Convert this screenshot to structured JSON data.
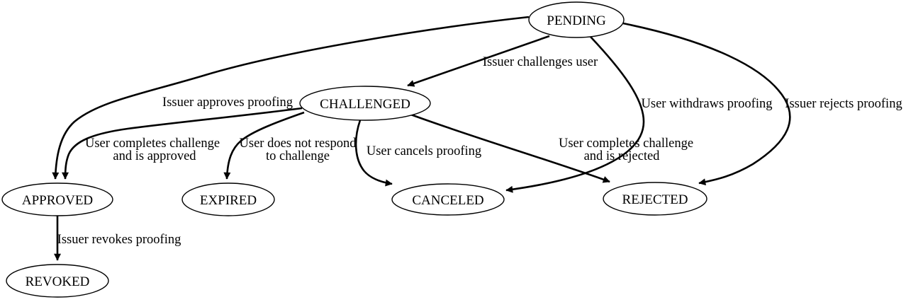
{
  "diagram": {
    "type": "state-machine",
    "colors": {
      "background": "#ffffff",
      "stroke": "#000000",
      "text": "#000000"
    },
    "nodes": [
      {
        "id": "pending",
        "label": "PENDING"
      },
      {
        "id": "challenged",
        "label": "CHALLENGED"
      },
      {
        "id": "approved",
        "label": "APPROVED"
      },
      {
        "id": "expired",
        "label": "EXPIRED"
      },
      {
        "id": "canceled",
        "label": "CANCELED"
      },
      {
        "id": "rejected",
        "label": "REJECTED"
      },
      {
        "id": "revoked",
        "label": "REVOKED"
      }
    ],
    "edges": [
      {
        "from": "PENDING",
        "to": "CHALLENGED",
        "label": "Issuer challenges user"
      },
      {
        "from": "PENDING",
        "to": "APPROVED",
        "label": "Issuer approves proofing"
      },
      {
        "from": "PENDING",
        "to": "CANCELED",
        "label": "User withdraws proofing"
      },
      {
        "from": "PENDING",
        "to": "REJECTED",
        "label": "Issuer rejects proofing"
      },
      {
        "from": "CHALLENGED",
        "to": "APPROVED",
        "label_lines": [
          "User completes challenge",
          "and is approved"
        ]
      },
      {
        "from": "CHALLENGED",
        "to": "EXPIRED",
        "label_lines": [
          "User does not respond",
          "to challenge"
        ]
      },
      {
        "from": "CHALLENGED",
        "to": "CANCELED",
        "label": "User cancels proofing"
      },
      {
        "from": "CHALLENGED",
        "to": "REJECTED",
        "label_lines": [
          "User completes challenge",
          "and is rejected"
        ]
      },
      {
        "from": "APPROVED",
        "to": "REVOKED",
        "label": "Issuer revokes proofing"
      }
    ]
  }
}
